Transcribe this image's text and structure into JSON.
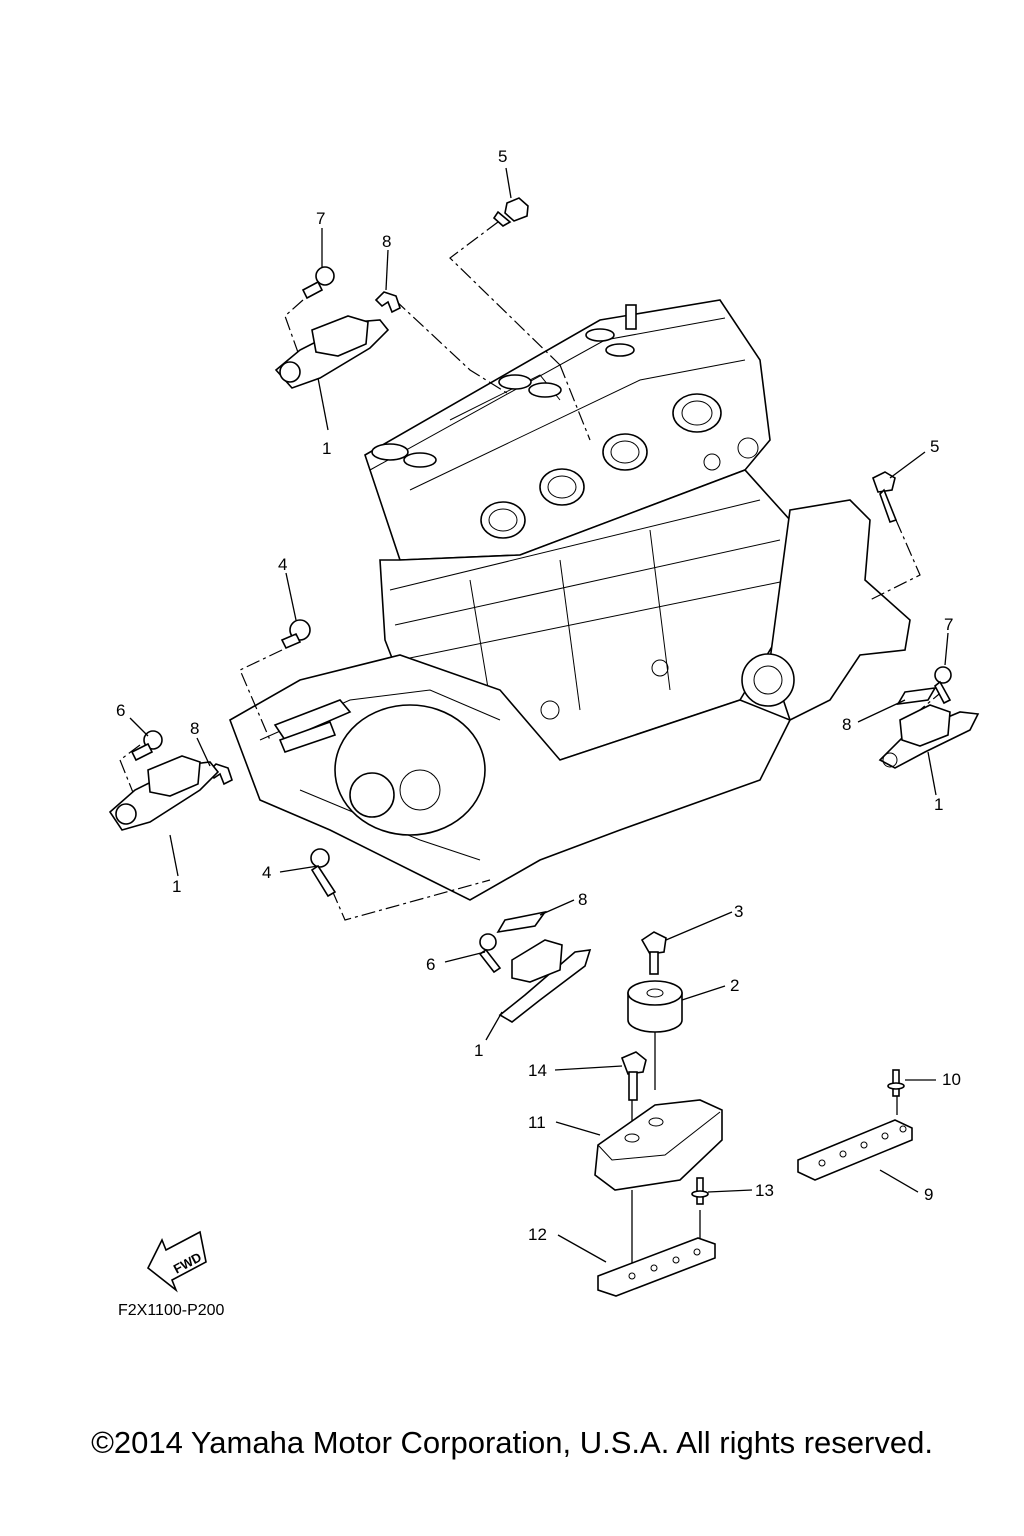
{
  "diagram": {
    "code": "F2X1100-P200",
    "fwd_label": "FWD",
    "callouts": [
      {
        "id": "c5a",
        "label": "5"
      },
      {
        "id": "c7a",
        "label": "7"
      },
      {
        "id": "c8a",
        "label": "8"
      },
      {
        "id": "c1a",
        "label": "1"
      },
      {
        "id": "c5b",
        "label": "5"
      },
      {
        "id": "c4a",
        "label": "4"
      },
      {
        "id": "c6a",
        "label": "6"
      },
      {
        "id": "c8b",
        "label": "8"
      },
      {
        "id": "c1b",
        "label": "1"
      },
      {
        "id": "c4b",
        "label": "4"
      },
      {
        "id": "c7b",
        "label": "7"
      },
      {
        "id": "c8c",
        "label": "8"
      },
      {
        "id": "c1c",
        "label": "1"
      },
      {
        "id": "c8d",
        "label": "8"
      },
      {
        "id": "c3",
        "label": "3"
      },
      {
        "id": "c6b",
        "label": "6"
      },
      {
        "id": "c2",
        "label": "2"
      },
      {
        "id": "c1d",
        "label": "1"
      },
      {
        "id": "c14",
        "label": "14"
      },
      {
        "id": "c10",
        "label": "10"
      },
      {
        "id": "c11",
        "label": "11"
      },
      {
        "id": "c13",
        "label": "13"
      },
      {
        "id": "c9",
        "label": "9"
      },
      {
        "id": "c12",
        "label": "12"
      }
    ]
  },
  "footer": {
    "copyright": "©2014 Yamaha Motor Corporation, U.S.A. All rights reserved."
  }
}
